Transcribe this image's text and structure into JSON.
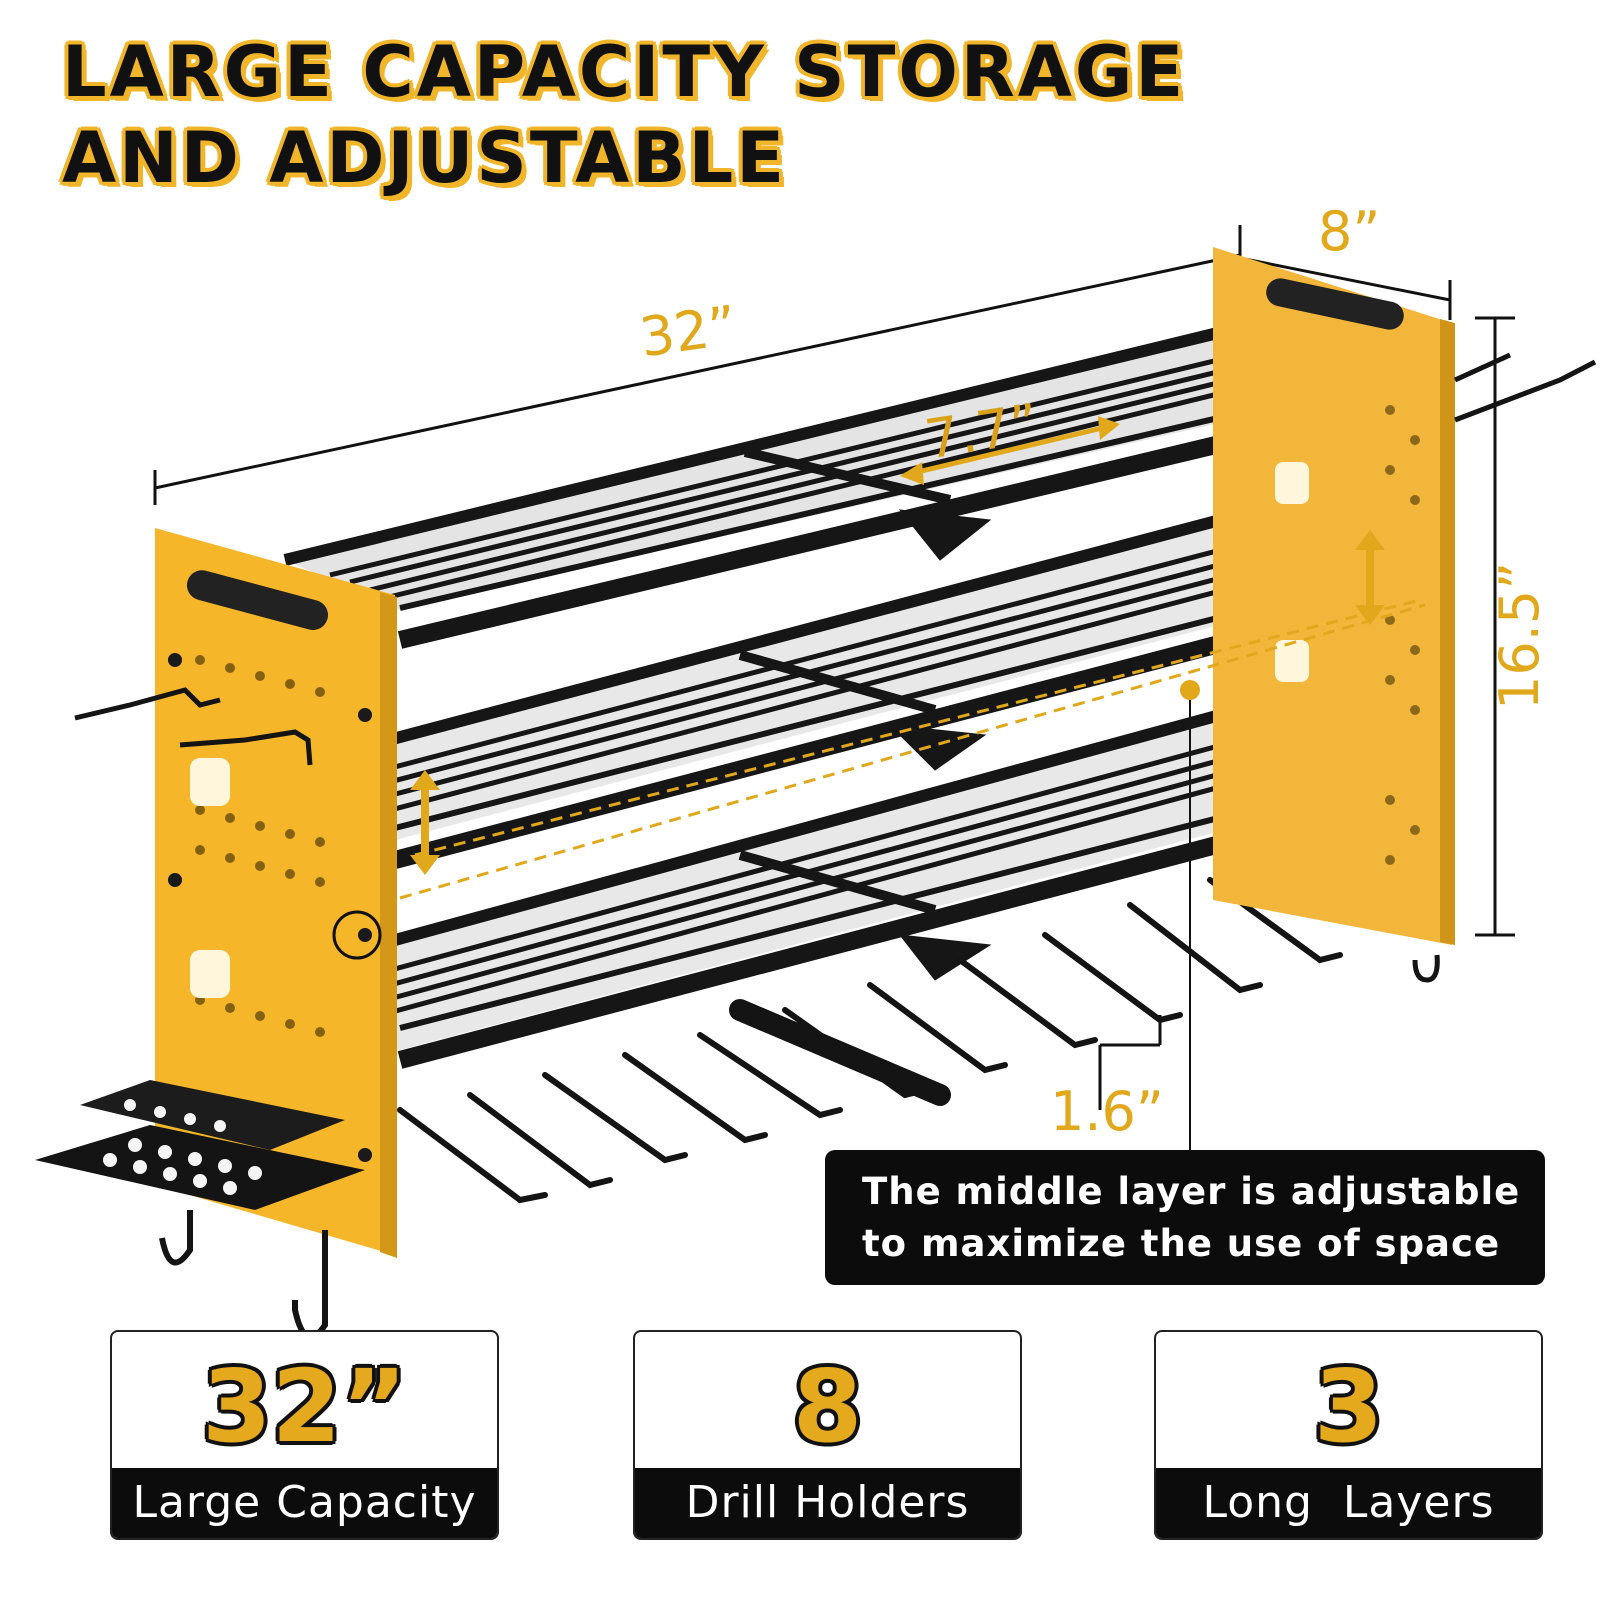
{
  "headline": {
    "line1": "LARGE CAPACITY STORAGE",
    "line2": "AND ADJUSTABLE"
  },
  "dimensions": {
    "length": "32”",
    "depth": "8”",
    "height": "16.5”",
    "shelf_depth": "7.7”",
    "holder_gap": "1.6”"
  },
  "note": {
    "line1": "The middle layer is adjustable",
    "line2": "to maximize the use of space"
  },
  "stats": [
    {
      "value": "32”",
      "label": "Large Capacity"
    },
    {
      "value": "8",
      "label": "Drill Holders"
    },
    {
      "value": "3",
      "label": "Long  Layers"
    }
  ],
  "colors": {
    "accent": "#f0b528",
    "panel": "#f5b62a",
    "frame": "#1a1a1a",
    "dimension": "#e0a81a"
  }
}
